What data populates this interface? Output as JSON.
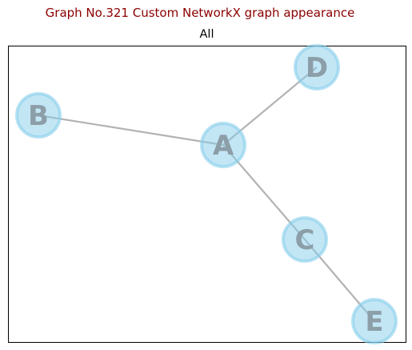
{
  "figure": {
    "suptitle": "Graph No.321 Custom NetworkX graph appearance",
    "subtitle": "All"
  },
  "graph": {
    "nodes": [
      {
        "id": "A",
        "label": "A"
      },
      {
        "id": "B",
        "label": "B"
      },
      {
        "id": "C",
        "label": "C"
      },
      {
        "id": "D",
        "label": "D"
      },
      {
        "id": "E",
        "label": "E"
      }
    ],
    "edges": [
      {
        "source": "A",
        "target": "B"
      },
      {
        "source": "A",
        "target": "C"
      },
      {
        "source": "A",
        "target": "D"
      },
      {
        "source": "C",
        "target": "E"
      }
    ]
  },
  "colors": {
    "title": "#8b0000",
    "node_fill": "#87ceeb",
    "node_edge": "#87ceeb",
    "edge": "#b3b3b3",
    "label": "#8c9ea8",
    "frame": "#000000"
  }
}
